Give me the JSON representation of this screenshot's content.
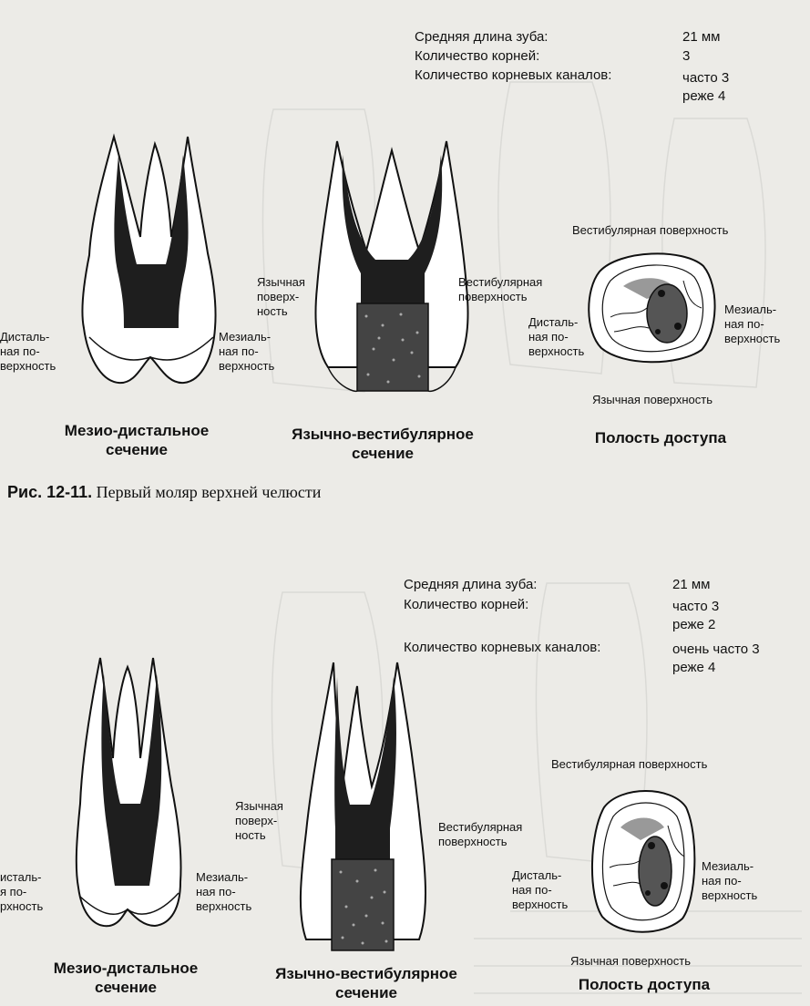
{
  "top_block": {
    "specs": {
      "length_label": "Средняя длина зуба:",
      "roots_label": "Количество корней:",
      "canals_label": "Количество корневых каналов:",
      "length_value": "21 мм",
      "roots_value": "3",
      "canals_value": "часто 3\nреже 4"
    },
    "labels": {
      "distal": "Дисталь-\nная по-\nверхность",
      "mesial": "Мезиаль-\nная по-\nверхность",
      "lingual": "Язычная\nповерх-\nность",
      "vestibular": "Вестибулярная\nповерхность",
      "access_vestibular": "Вестибулярная поверхность",
      "access_mesial": "Мезиаль-\nная по-\nверхность",
      "access_distal": "Дисталь-\nная по-\nверхность",
      "access_lingual": "Язычная поверхность"
    },
    "captions": {
      "mesiodistal": "Мезио-дистальное\nсечение",
      "linguovestibular": "Язычно-вестибулярное\nсечение",
      "access": "Полость доступа"
    }
  },
  "figure_caption": {
    "number": "Рис. 12-11.",
    "text": " Первый моляр верхней челюсти"
  },
  "bottom_block": {
    "specs": {
      "length_label": "Средняя длина зуба:",
      "roots_label": "Количество корней:",
      "canals_label": "Количество корневых каналов:",
      "length_value": "21 мм",
      "roots_value": "часто 3\nреже 2",
      "canals_value": "очень часто 3\nреже 4"
    },
    "labels": {
      "distal": "исталь-\nя по-\nрхность",
      "mesial": "Мезиаль-\nная по-\nверхность",
      "lingual": "Язычная\nповерх-\nность",
      "vestibular": "Вестибулярная\nповерхность",
      "access_vestibular": "Вестибулярная поверхность",
      "access_mesial": "Мезиаль-\nная по-\nверхность",
      "access_distal": "Дисталь-\nная по-\nверхность",
      "access_lingual": "Язычная поверхность"
    },
    "captions": {
      "mesiodistal": "Мезио-дистальное\nсечение",
      "linguovestibular": "Язычно-вестибулярное\nсечение",
      "access": "Полость доступа"
    }
  },
  "colors": {
    "paper": "#ecebe7",
    "ink": "#111111",
    "pulp": "#1e1e1e",
    "crown_fill": "#ffffff"
  }
}
